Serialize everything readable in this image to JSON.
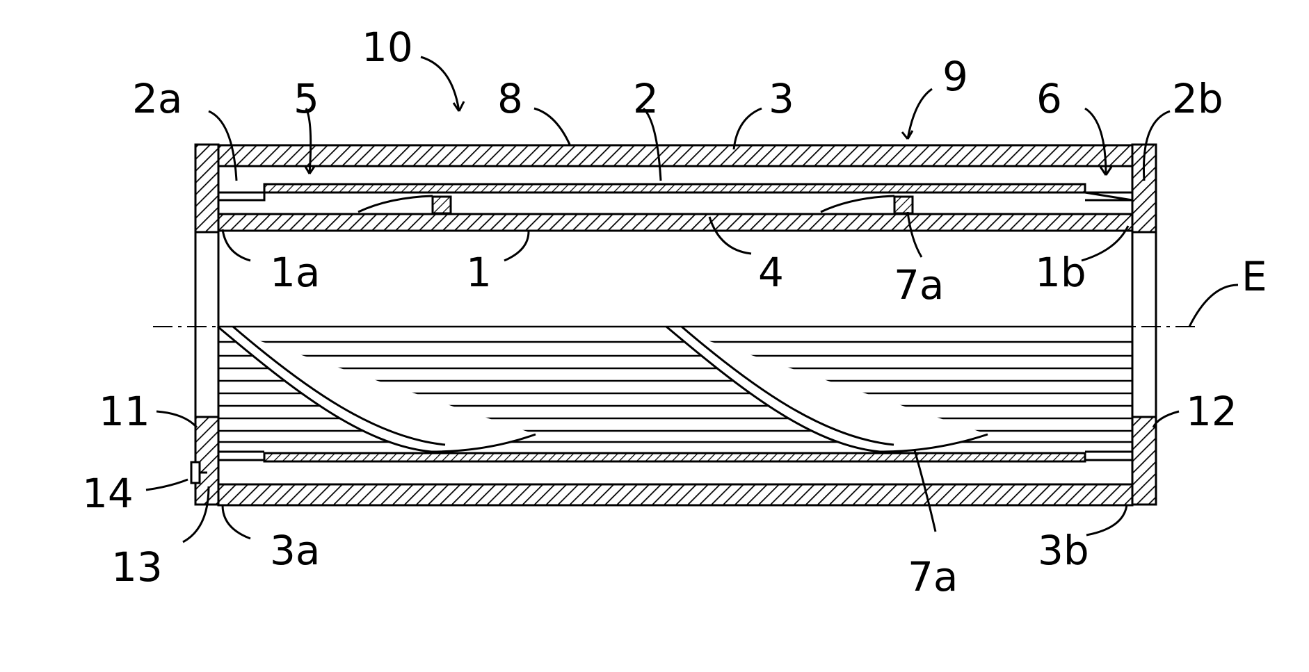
{
  "figure": {
    "line_color": "#000000",
    "background": "#ffffff",
    "labels": {
      "l10": "10",
      "l9": "9",
      "l8": "8",
      "l2": "2",
      "l3": "3",
      "l2a": "2a",
      "l5": "5",
      "l6": "6",
      "l2b": "2b",
      "l1a": "1a",
      "l1": "1",
      "l4": "4",
      "l7a_top": "7a",
      "l1b": "1b",
      "lE": "E",
      "l11": "11",
      "l12": "12",
      "l14": "14",
      "l13": "13",
      "l3a": "3a",
      "l7a_bottom": "7a",
      "l3b": "3b"
    }
  }
}
